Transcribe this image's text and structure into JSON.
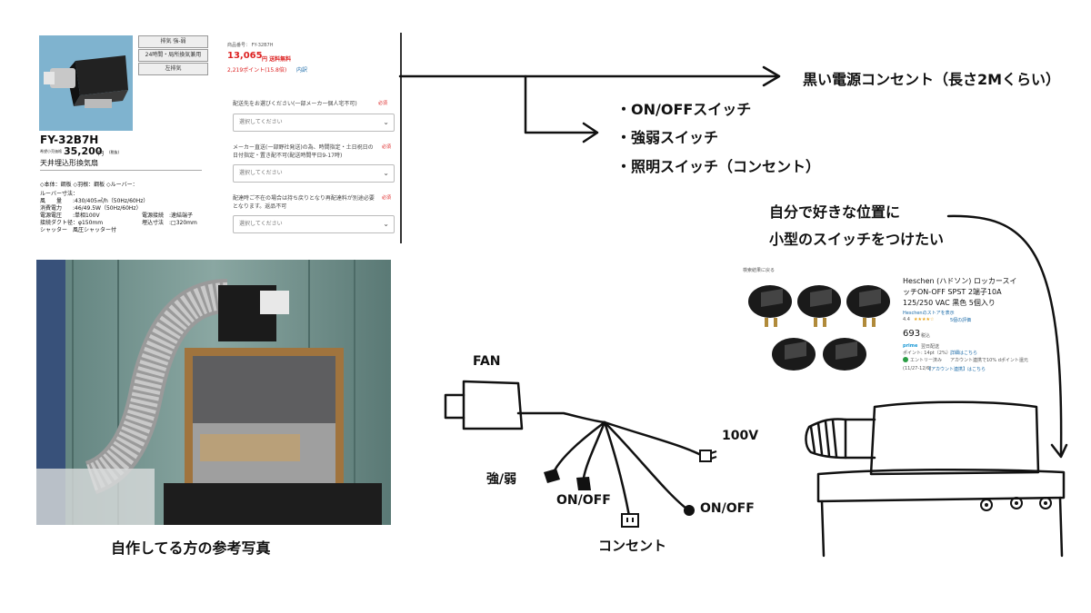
{
  "product": {
    "tags": [
      "排気 強-弱",
      "24時間・局所換気兼用",
      "左排気"
    ],
    "model": "FY-32B7H",
    "price_label": "希望小売価格",
    "price": "35,200",
    "price_unit": "円",
    "tax": "(税抜)",
    "name": "天井埋込形換気扇",
    "materials": "◇本体：鋼板 ◇羽根：鋼板 ◇ルーバー：",
    "specs": [
      "ルーバー寸法：",
      "風　　量　　:430/405㎥/h（50Hz/60Hz）",
      "消費電力　　:46/49.5W（50Hz/60Hz）",
      "電源電圧　　:単相100V",
      "接続ダクト径：φ150mm",
      "シャッター　風圧シャッター付"
    ],
    "specs_right": [
      "電源接続　:速結端子",
      "埋込寸法　:□320mm"
    ]
  },
  "order": {
    "product_no": "商品番号： FY-32B7H",
    "price": "13,065",
    "price_suffix": "円 送料無料",
    "points": "2,219ポイント(15.8倍)",
    "points_link": "内訳",
    "q1": "配送先をお選びください(一部メーカー個人宅不可)",
    "q2": "メーカー直送(一部野社発送)の為、時間指定・土日祝日の日付指定・置き配不可(配送時間平日9-17時)",
    "q3": "配達時ご不在の場合は持ち戻りとなり再配達料が別途必要となります。返品不可",
    "required": "必須",
    "select_placeholder": "選択してください"
  },
  "annotations": {
    "outlet": "黒い電源コンセント（長さ2Mくらい）",
    "bullets": [
      "・ON/OFFスイッチ",
      "・強弱スイッチ",
      "・照明スイッチ（コンセント）"
    ],
    "wish_line1": "自分で好きな位置に",
    "wish_line2": "小型のスイッチをつけたい",
    "photo_caption": "自作してる方の参考写真"
  },
  "wiring": {
    "fan": "FAN",
    "v100": "100V",
    "strength": "強/弱",
    "onoff_left": "ON/OFF",
    "onoff_right": "ON/OFF",
    "outlet": "コンセント"
  },
  "amazon": {
    "back": "検索結果に戻る",
    "title1": "Heschen (ハドソン) ロッカースイ",
    "title2": "ッチON-OFF SPST 2端子10A",
    "title3": "125/250 VAC 黒色 5個入り",
    "store": "Heschenのストアを表示",
    "rating": "4.4",
    "stars": "★★★★☆",
    "reviews": "5個の評価",
    "price": "693",
    "price_suffix": "税込",
    "prime": "prime",
    "prime_text": "翌日配送",
    "points": "ポイント: 14pt（2%）",
    "points_link": "詳細はこちら",
    "entry": "エントリー済み",
    "campaign": "アカウント連携で10% dポイント還元",
    "period": "(11/27-12/6)",
    "account_link": "【アカウント連携】はこちら"
  },
  "colors": {
    "accent_red": "#d22222",
    "link_blue": "#1a6aa8",
    "photo_curtain": "#6c8d8a"
  }
}
